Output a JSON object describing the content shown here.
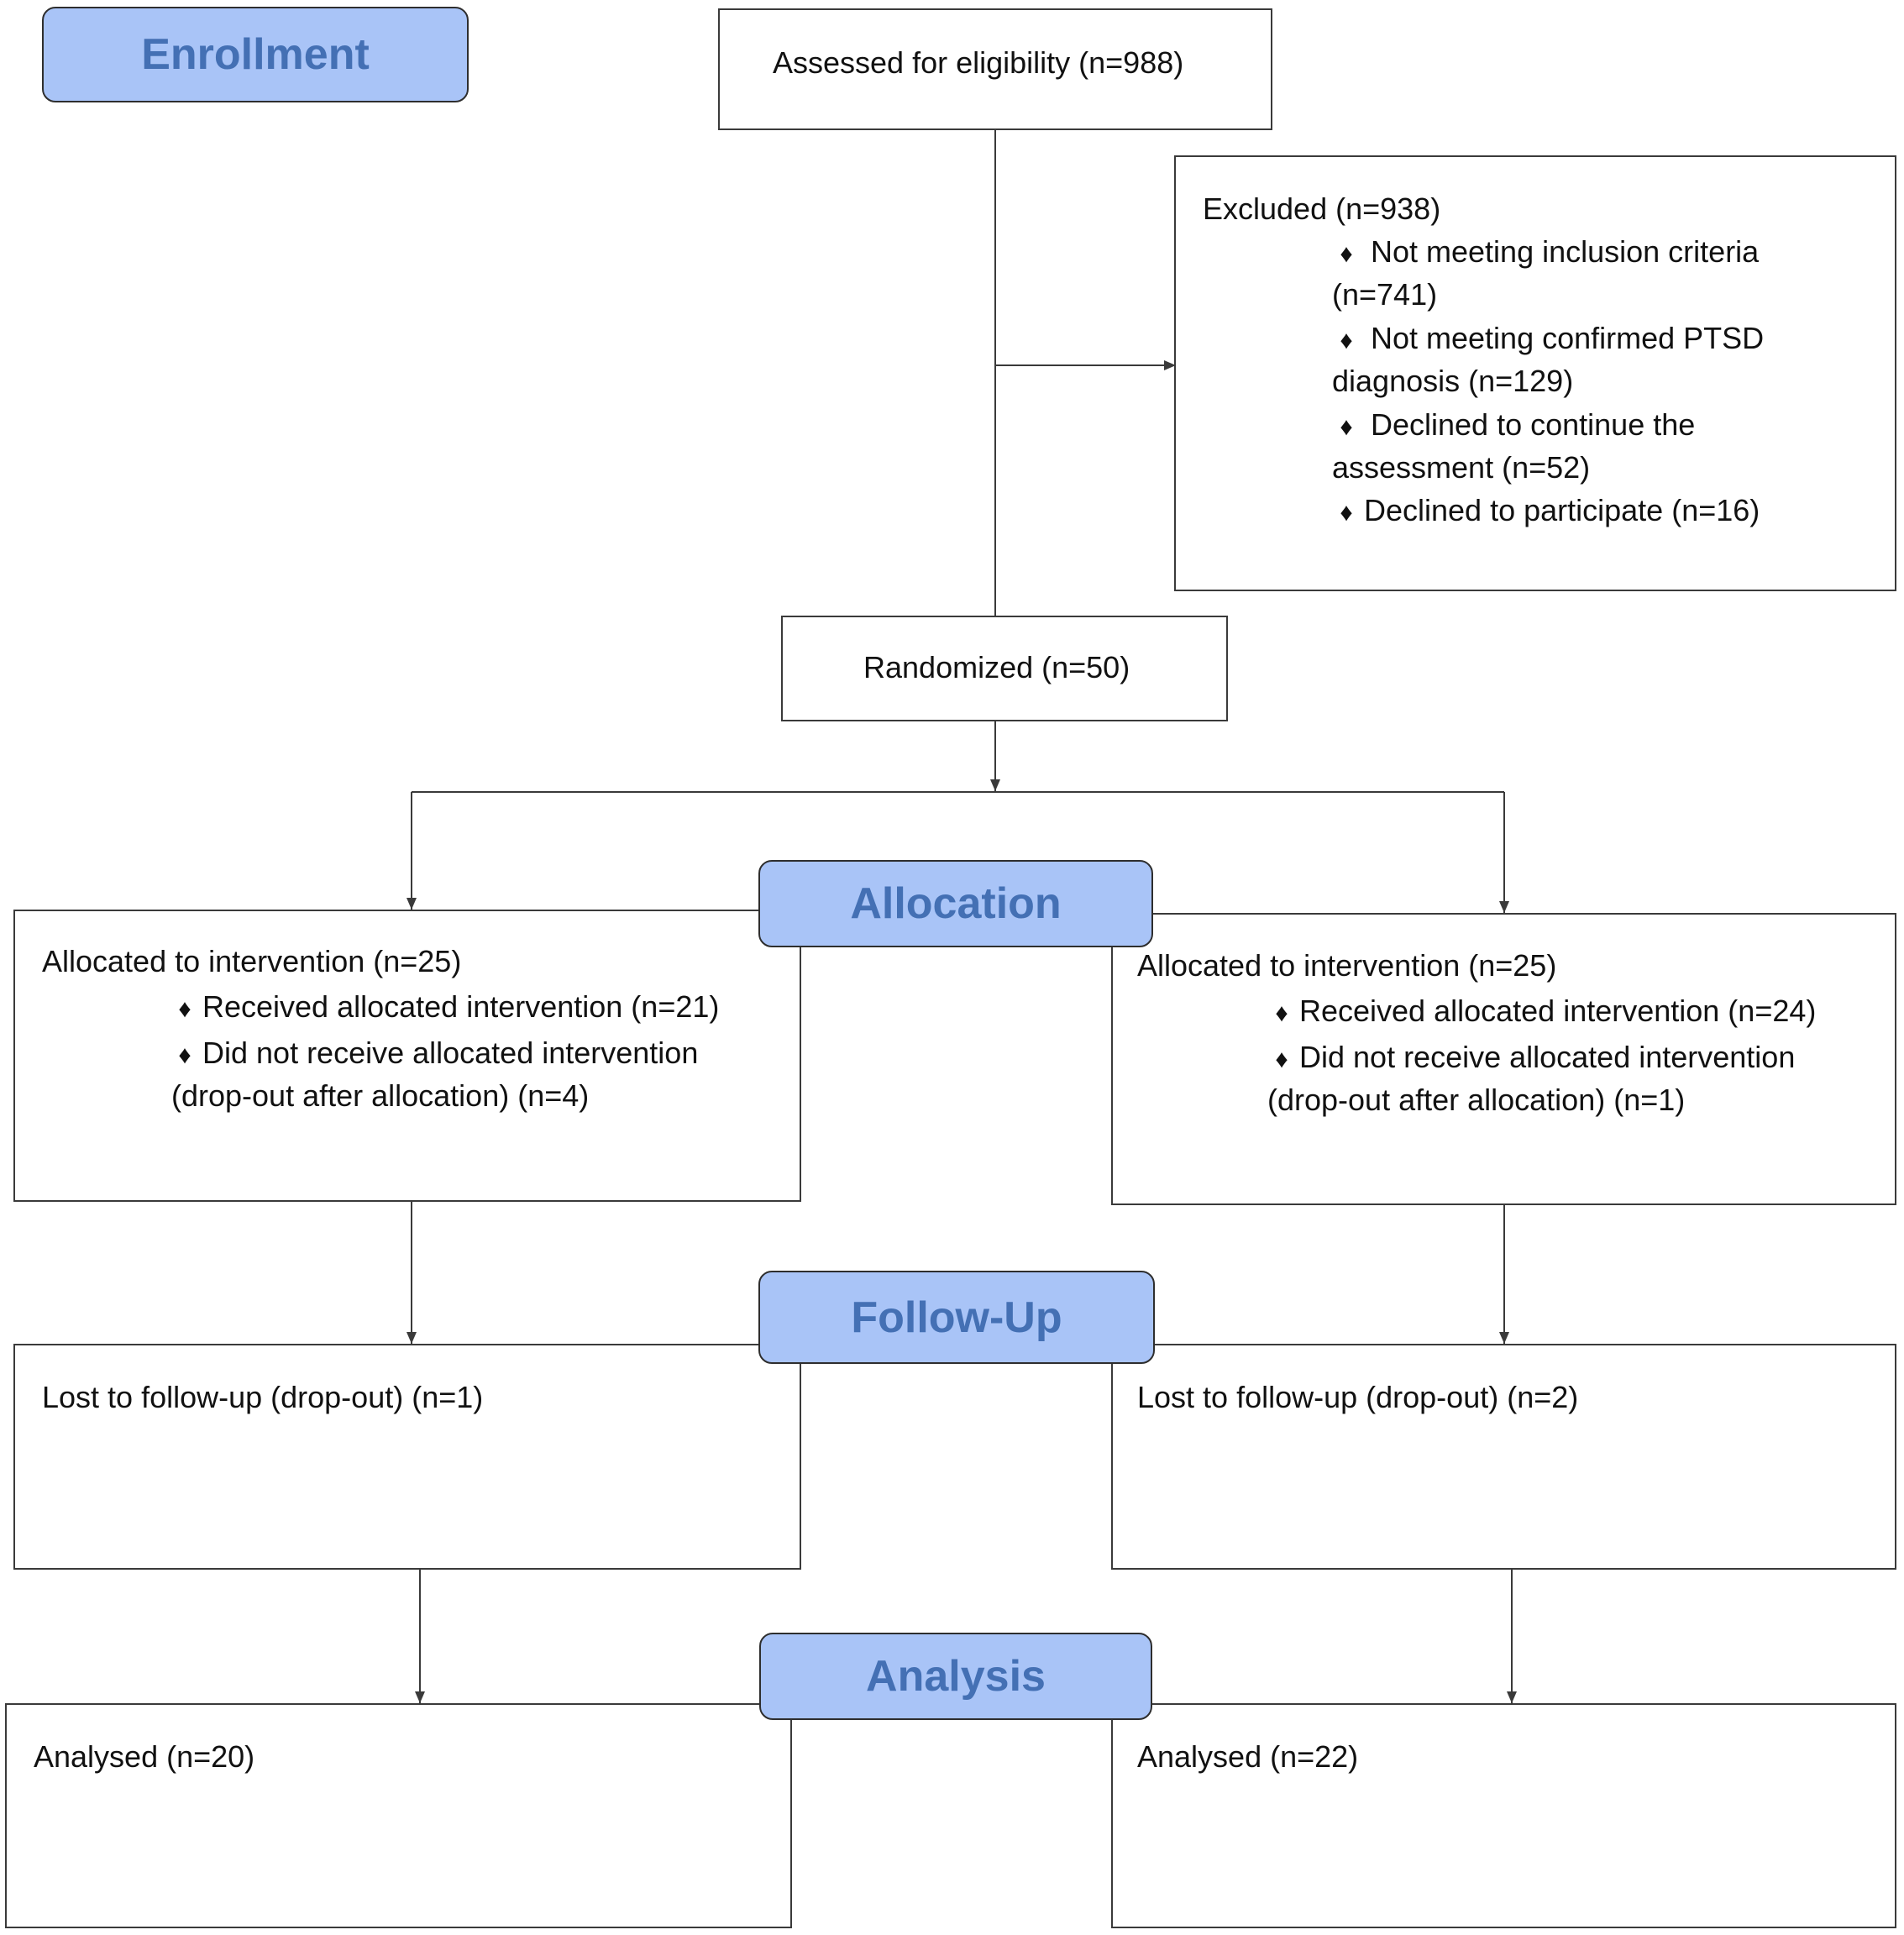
{
  "stages": {
    "enrollment": "Enrollment",
    "allocation": "Allocation",
    "follow_up": "Follow-Up",
    "analysis": "Analysis"
  },
  "assessed": "Assessed for eligibility (n=988)",
  "excluded": {
    "title": "Excluded  (n=938)",
    "bullet_icon": "diamond-icon",
    "items": [
      {
        "line1": "Not meeting inclusion criteria",
        "line2": "(n=741)"
      },
      {
        "line1": "Not meeting confirmed PTSD",
        "line2": "diagnosis (n=129)"
      },
      {
        "line1": "Declined to continue the",
        "line2": "assessment (n=52)"
      },
      {
        "line1": "Declined to participate (n=16)"
      }
    ]
  },
  "randomized": "Randomized (n=50)",
  "allocation": {
    "left": {
      "title": "Allocated to intervention (n=25)",
      "received": "Received allocated intervention (n=21)",
      "not_received": "Did not receive allocated intervention",
      "not_received_detail": "(drop-out after allocation) (n=4)"
    },
    "right": {
      "title": "Allocated to intervention (n=25)",
      "received": "Received allocated intervention (n=24)",
      "not_received": "Did not receive allocated intervention",
      "not_received_detail": "(drop-out after allocation) (n=1)"
    }
  },
  "follow_up": {
    "left": "Lost to follow-up (drop-out) (n=1)",
    "right": "Lost to follow-up (drop-out) (n=2)"
  },
  "analysis": {
    "left": "Analysed  (n=20)",
    "right": "Analysed  (n=22)"
  },
  "colors": {
    "stage_fill": "#a9c4f7",
    "stage_text": "#4470b4",
    "line": "#3a3a3a"
  }
}
